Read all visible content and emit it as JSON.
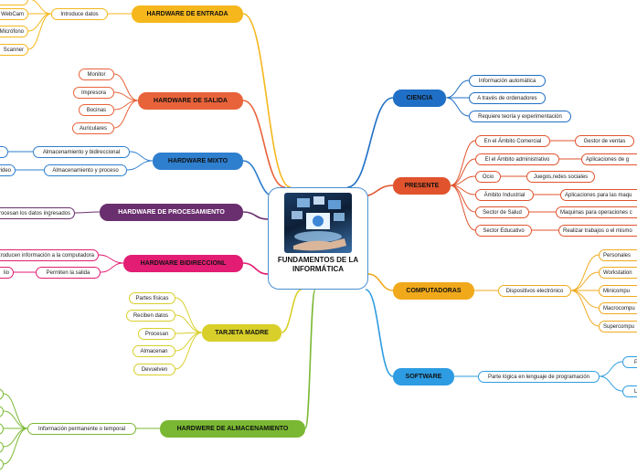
{
  "center": {
    "title": "FUNDAMENTOS DE LA INFORMÁTICA",
    "image": "technology-hand-icon"
  },
  "colors": {
    "entrada": "#f5b71c",
    "salida": "#e8633a",
    "mixto": "#2f7fcf",
    "procesamiento": "#6a2f6e",
    "bidireccional": "#e21d73",
    "madre": "#d8cf2a",
    "almacenamiento": "#7ab833",
    "ciencia": "#1f6fc6",
    "presente": "#e0532d",
    "computadoras": "#f1a91c",
    "software": "#2d9ce2"
  },
  "left": {
    "entrada": {
      "label": "HARDWARE DE ENTRADA",
      "sub": "Introduce datos",
      "items": [
        "",
        "WebCam",
        "Micrófono",
        "Scanner"
      ]
    },
    "salida": {
      "label": "HARDWARE DE SALIDA",
      "items": [
        "Monitor",
        "Impresora",
        "Bocinas",
        "Auriculares"
      ]
    },
    "mixto": {
      "label": "HARDWARE MIXTO",
      "subs": [
        "Almacenamiento y bidireccional",
        "Almacenamiento y proceso"
      ],
      "leaves": [
        "",
        "video"
      ]
    },
    "procesamiento": {
      "label": "HARDWARE DE  PROCESAMIENTO",
      "sub": "Procesan los datos ingresados"
    },
    "bidireccional": {
      "label": "HARDWARE BIDIRECCIONL",
      "subs": [
        "Introducen información a la computadora",
        "Permiten la salida"
      ],
      "leaf": "lio"
    },
    "madre": {
      "label": "TARJETA MADRE",
      "items": [
        "Partes físicas",
        "Reciben datos",
        "Procesan",
        "Almacenan",
        "Devuelven"
      ]
    },
    "almacenamiento": {
      "label": "HARDWERE DE ALMACENAMIENTO",
      "sub": "Información permanente o temporal"
    }
  },
  "right": {
    "ciencia": {
      "label": "CIENCIA",
      "items": [
        "Información automática",
        "A través de ordenadores",
        "Requiere teoría y experimentación"
      ]
    },
    "presente": {
      "label": "PRESENTE",
      "rows": [
        [
          "En el Ámbito Comercial",
          "Gestor de ventas"
        ],
        [
          "El el Ámbito administrativo",
          "Aplicaciones de g"
        ],
        [
          "Ocio",
          "Juegos,redes sociales"
        ],
        [
          "Ámbito Industrial",
          "Aplicaciones para las maqu"
        ],
        [
          "Sector de Salud",
          "Maquinas para operaciones c"
        ],
        [
          "Sector Educativo",
          "Realizar trabajos o el mismo"
        ]
      ]
    },
    "computadoras": {
      "label": "COMPUTADORAS",
      "sub": "Dispositivos electrónico",
      "items": [
        "Personales",
        "Workstation",
        "Minicompu",
        "Macrocompu",
        "Supercompu"
      ]
    },
    "software": {
      "label": "SOFTWARE",
      "sub": "Parte lógica en lenguaje de programación",
      "items": [
        "Pl",
        "Li"
      ]
    }
  }
}
